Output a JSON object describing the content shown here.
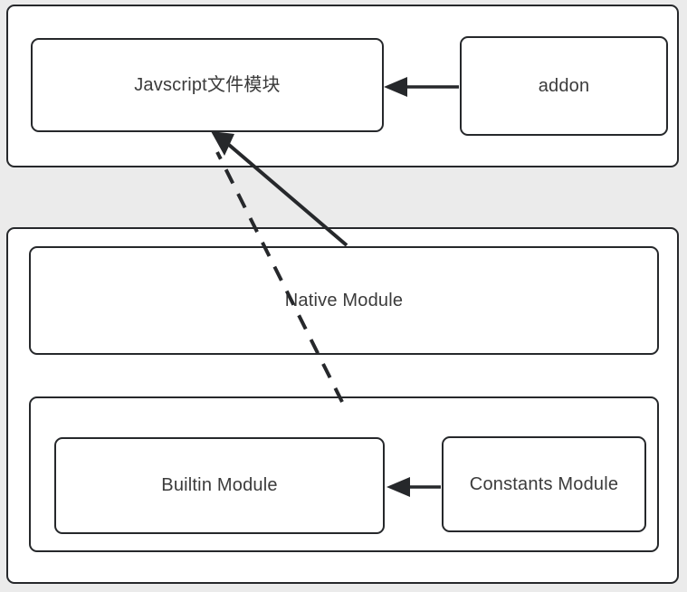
{
  "diagram": {
    "title": "Node.js module system structure",
    "background_color": "#ebebeb",
    "node_fill": "#ffffff",
    "stroke_color": "#26282b",
    "text_color": "#3b3b3b",
    "groups": [
      {
        "id": "group-top",
        "label": ""
      },
      {
        "id": "group-bottom",
        "label": ""
      },
      {
        "id": "group-builtin",
        "label": ""
      }
    ],
    "nodes": [
      {
        "id": "node-javascript-module",
        "label": "Javscript文件模块"
      },
      {
        "id": "node-addon",
        "label": "addon"
      },
      {
        "id": "node-native-module",
        "label": "Native Module"
      },
      {
        "id": "node-builtin-module",
        "label": "Builtin Module"
      },
      {
        "id": "node-constants-module",
        "label": "Constants Module"
      }
    ],
    "edges": [
      {
        "id": "edge-addon-to-javascript",
        "from": "node-addon",
        "to": "node-javascript-module",
        "style": "solid",
        "arrow": "target",
        "label": ""
      },
      {
        "id": "edge-native-to-javascript",
        "from": "node-native-module",
        "to": "node-javascript-module",
        "style": "solid",
        "arrow": "target",
        "label": ""
      },
      {
        "id": "edge-builtin-to-javascript",
        "from": "group-builtin",
        "to": "node-javascript-module",
        "style": "dashed",
        "arrow": "target",
        "label": ""
      },
      {
        "id": "edge-constants-to-builtin",
        "from": "node-constants-module",
        "to": "node-builtin-module",
        "style": "solid",
        "arrow": "target",
        "label": ""
      }
    ]
  }
}
